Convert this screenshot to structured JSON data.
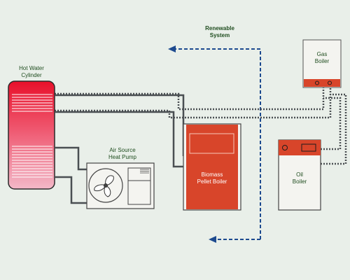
{
  "labels": {
    "renewable": "Renewable\nSystem",
    "hot_water": "Hot Water\nCylinder",
    "air_source": "Air Source\nHeat Pump",
    "biomass": "Biomass\nPellet Boiler",
    "gas": "Gas\nBoiler",
    "oil": "Oil\nBoiler"
  },
  "colors": {
    "background": "#e9efe9",
    "pipe": "#4a4f52",
    "boiler_red": "#d8452a",
    "arrow_blue": "#1d4a8f",
    "label_green": "#1f4d1f"
  }
}
